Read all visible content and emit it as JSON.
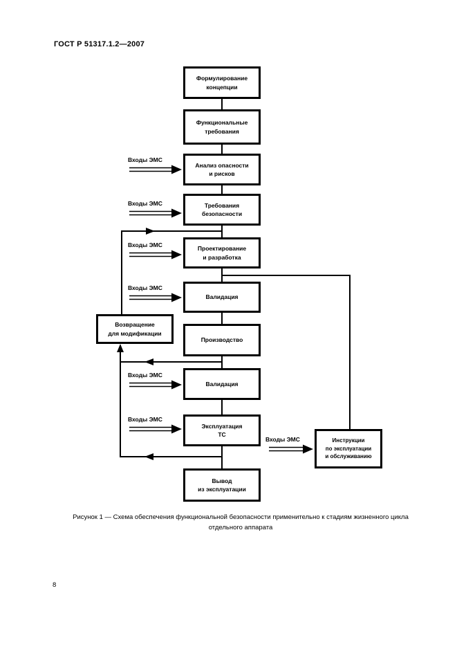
{
  "page": {
    "header": "ГОСТ Р 51317.1.2—2007",
    "caption": "Рисунок 1 — Схема обеспечения функциональной безопасности применительно к стадиям жизненного цикла\nотдельного аппарата",
    "page_number": "8"
  },
  "diagram": {
    "emc_input_label": "Входы ЭМС",
    "boxes": {
      "concept": "Формулирование\nконцепции",
      "functional_requirements": "Функциональные\nтребования",
      "hazard_analysis": "Анализ опасности\nи рисков",
      "safety_requirements": "Требования\nбезопасности",
      "design_development": "Проектирование\nи разработка",
      "validation1": "Валидация",
      "production": "Производство",
      "validation2": "Валидация",
      "operation": "Эксплуатация\nТС",
      "decommissioning": "Вывод\nиз эксплуатации",
      "return_modification": "Возвращение\nдля модификации",
      "instructions": "Инструкции\nпо эксплуатации\nи обслуживанию"
    },
    "line_color": "#000000"
  }
}
